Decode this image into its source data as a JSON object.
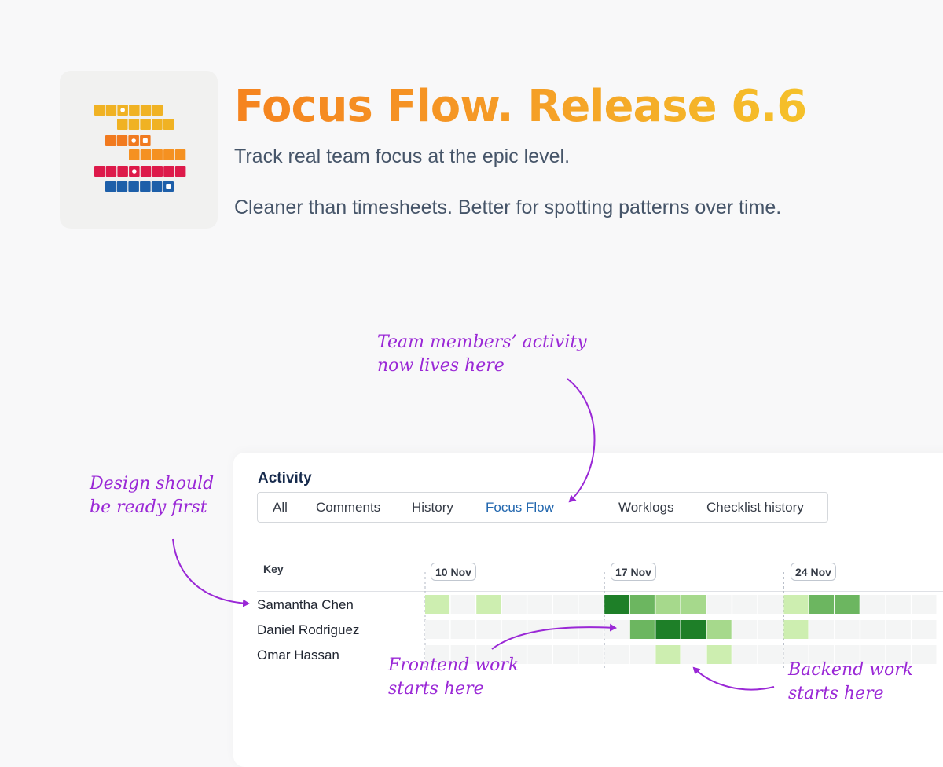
{
  "hero": {
    "title": "Focus Flow. Release 6.6",
    "subtitle_line_1": "Track real team focus at the epic level.",
    "subtitle_line_2": "Cleaner than timesheets. Better for spotting patterns over time.",
    "logo_icon": "focus-flow-logo-icon"
  },
  "activity": {
    "heading": "Activity",
    "tabs": [
      {
        "label": "All",
        "active": false
      },
      {
        "label": "Comments",
        "active": false
      },
      {
        "label": "History",
        "active": false
      },
      {
        "label": "Focus Flow",
        "active": true
      },
      {
        "label": "Worklogs",
        "active": false
      },
      {
        "label": "Checklist history",
        "active": false
      }
    ],
    "key_label": "Key",
    "weeks": [
      "10 Nov",
      "17 Nov",
      "24 Nov"
    ],
    "members": [
      {
        "name": "Samantha Chen",
        "intensity": [
          1,
          0,
          1,
          0,
          0,
          0,
          0,
          4,
          3,
          2,
          2,
          0,
          0,
          0,
          1,
          3,
          3,
          0,
          0,
          0,
          0
        ]
      },
      {
        "name": "Daniel Rodriguez",
        "intensity": [
          0,
          0,
          0,
          0,
          0,
          0,
          0,
          0,
          3,
          4,
          4,
          2,
          0,
          0,
          1,
          0,
          0,
          0,
          0,
          0,
          0
        ]
      },
      {
        "name": "Omar Hassan",
        "intensity": [
          0,
          0,
          0,
          0,
          0,
          0,
          0,
          0,
          0,
          1,
          0,
          1,
          0,
          0,
          0,
          0,
          0,
          0,
          0,
          0,
          0
        ]
      }
    ]
  },
  "annotations": {
    "team_activity": "Team members’ activity\nnow lives here",
    "design_first": "Design should\nbe ready first",
    "frontend": "Frontend work\nstarts here",
    "backend": "Backend work\nstarts here"
  },
  "colors": {
    "title_gradient_start": "#f5831f",
    "title_gradient_end": "#f5c12a",
    "annotation": "#9a28d6",
    "active_tab": "#2166ae",
    "heat_empty": "#f4f5f5",
    "heat_1": "#cdeeb0",
    "heat_2": "#a6d98c",
    "heat_3": "#6cb660",
    "heat_4": "#1e7f28",
    "logo_yellow": "#f0b223",
    "logo_orange": "#f59121",
    "logo_dark_orange": "#f17a1f",
    "logo_red": "#dd1a4a",
    "logo_blue": "#1d5fa9"
  }
}
